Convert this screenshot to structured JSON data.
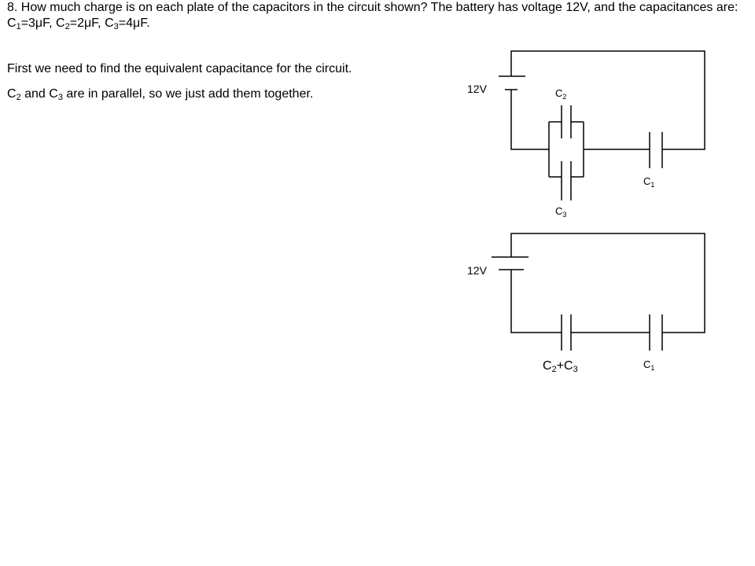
{
  "problem": {
    "number": "8.",
    "line1": " How much charge is on each plate of the capacitors in the circuit shown?  The battery has voltage 12V, and the capacitances are: C",
    "c1_sub": "1",
    "c1_val": "=3μF, C",
    "c2_sub": "2",
    "c2_val": "=2μF, C",
    "c3_sub": "3",
    "c3_val": "=4μF."
  },
  "step1": "First we need to find the equivalent capacitance for the circuit.",
  "step2": {
    "pre": "C",
    "sub_a": "2",
    "mid": " and C",
    "sub_b": "3",
    "post": " are in parallel, so we just add them together."
  },
  "circuit_top": {
    "battery_label": "12V",
    "c2_label": "C",
    "c2_sub": "2",
    "c3_label": "C",
    "c3_sub": "3",
    "c1_label": "C",
    "c1_sub": "1"
  },
  "circuit_bottom": {
    "battery_label": "12V",
    "combined_label": {
      "a": "C",
      "a_sub": "2",
      "plus": "+C",
      "b_sub": "3"
    },
    "c1_label": "C",
    "c1_sub": "1"
  }
}
